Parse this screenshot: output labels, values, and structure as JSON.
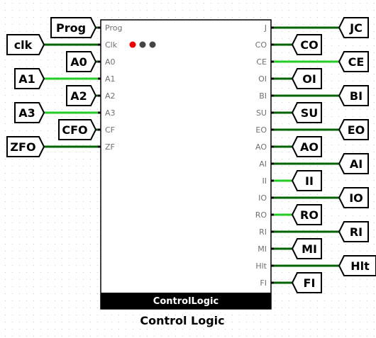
{
  "component": {
    "label": "ControlLogic",
    "caption": "Control Logic"
  },
  "colors": {
    "wire_low": "#006400",
    "wire_high": "#22cc22",
    "grid_dot": "#c8c8c8",
    "body_fill": "#ffffff",
    "body_stroke": "#000000",
    "label_bar": "#000000",
    "indicator_active": "#ee0000",
    "indicator_inactive": "#444444"
  },
  "indicators": [
    "active",
    "inactive",
    "inactive"
  ],
  "inputs": [
    {
      "pin": "Prog",
      "tag": "Prog",
      "state": "low"
    },
    {
      "pin": "Clk",
      "tag": "clk",
      "state": "low"
    },
    {
      "pin": "A0",
      "tag": "A0",
      "state": "low"
    },
    {
      "pin": "A1",
      "tag": "A1",
      "state": "high"
    },
    {
      "pin": "A2",
      "tag": "A2",
      "state": "low"
    },
    {
      "pin": "A3",
      "tag": "A3",
      "state": "high"
    },
    {
      "pin": "CF",
      "tag": "CFO",
      "state": "low"
    },
    {
      "pin": "ZF",
      "tag": "ZFO",
      "state": "low"
    }
  ],
  "outputs": [
    {
      "pin": "J",
      "tag": "JC",
      "state": "low"
    },
    {
      "pin": "CO",
      "tag": "CO",
      "state": "low"
    },
    {
      "pin": "CE",
      "tag": "CE",
      "state": "high"
    },
    {
      "pin": "OI",
      "tag": "OI",
      "state": "low"
    },
    {
      "pin": "BI",
      "tag": "BI",
      "state": "low"
    },
    {
      "pin": "SU",
      "tag": "SU",
      "state": "low"
    },
    {
      "pin": "EO",
      "tag": "EO",
      "state": "low"
    },
    {
      "pin": "AO",
      "tag": "AO",
      "state": "low"
    },
    {
      "pin": "AI",
      "tag": "AI",
      "state": "low"
    },
    {
      "pin": "II",
      "tag": "II",
      "state": "high"
    },
    {
      "pin": "IO",
      "tag": "IO",
      "state": "low"
    },
    {
      "pin": "RO",
      "tag": "RO",
      "state": "high"
    },
    {
      "pin": "RI",
      "tag": "RI",
      "state": "low"
    },
    {
      "pin": "MI",
      "tag": "MI",
      "state": "low"
    },
    {
      "pin": "Hlt",
      "tag": "Hlt",
      "state": "low"
    },
    {
      "pin": "FI",
      "tag": "FI",
      "state": "low"
    }
  ]
}
